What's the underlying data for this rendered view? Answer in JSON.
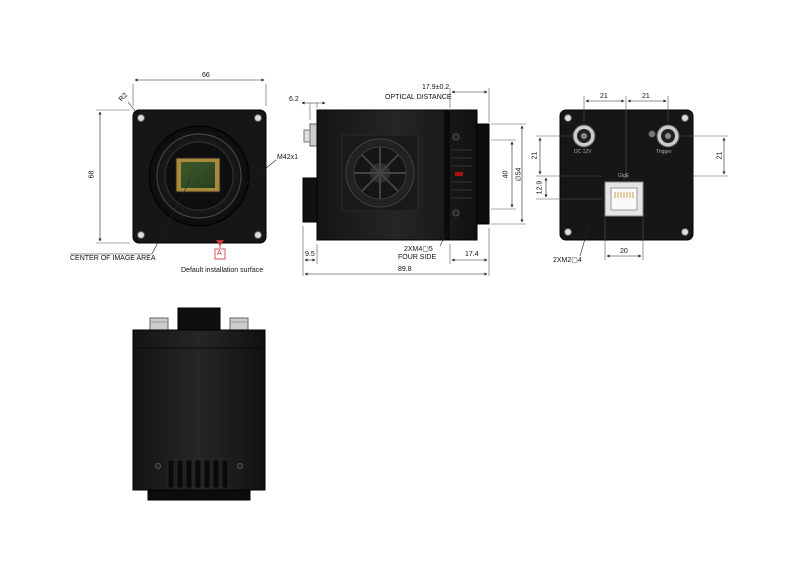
{
  "drawing": {
    "front": {
      "width_dim": "66",
      "height_dim": "68",
      "corner_dim": "R2",
      "mount": "M42x1",
      "center_label": "CENTER OF IMAGE AREA",
      "datum": "A",
      "datum_note": "Default installation surface"
    },
    "side": {
      "dim_flange": "6.2",
      "dim_optical": "17.9±0.2",
      "optical_label": "OPTICAL DISTANCE",
      "dim_40": "40",
      "dim_dia": "∅54",
      "screw_spec": "2XM4▢5",
      "screw_note": "FOUR SIDE",
      "dim_9_5": "9.5",
      "dim_17_4": "17.4",
      "dim_total": "89.8"
    },
    "rear": {
      "dim_21_left": "21",
      "dim_21_right": "21",
      "dim_21_vert_left": "21",
      "dim_21_vert_right": "21",
      "dim_12_9": "12.9",
      "dim_20": "20",
      "screw_spec": "2XM2▢4",
      "dc_label": "DC 12V",
      "trigger_label": "Trigger",
      "port_label": "GigE"
    }
  }
}
